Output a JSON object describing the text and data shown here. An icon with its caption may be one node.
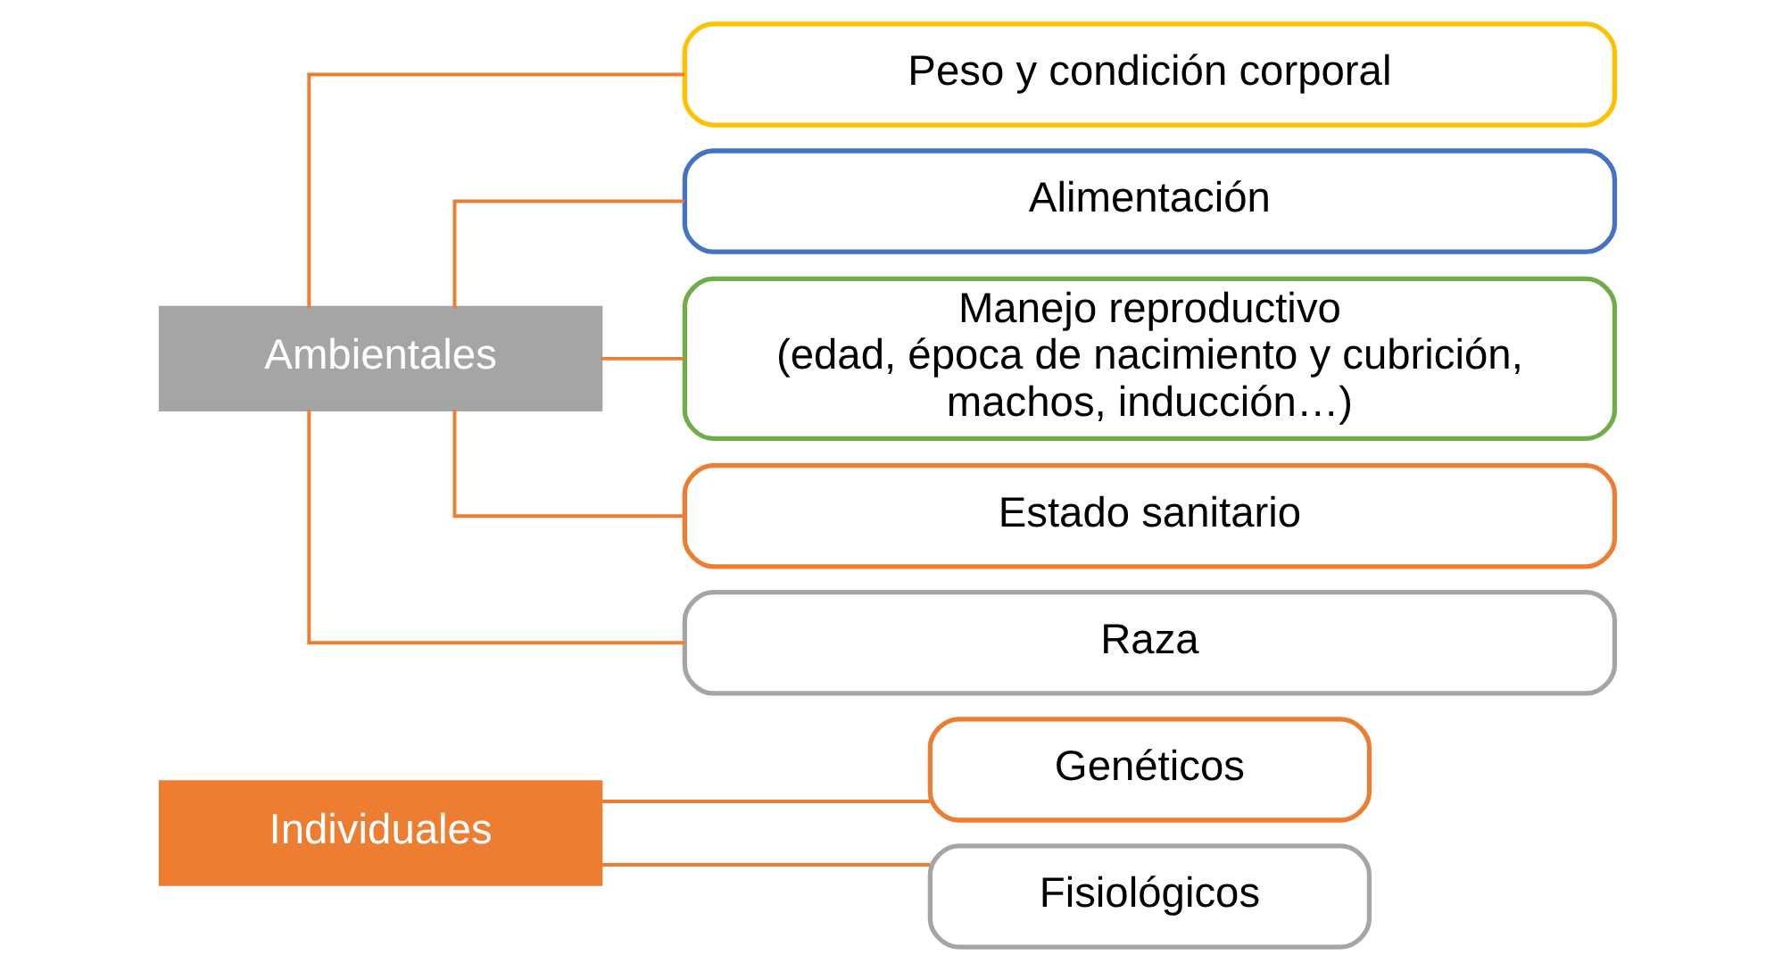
{
  "diagram": {
    "nodes": [
      {
        "text": [
          "Individuales"
        ]
      },
      {
        "text": [
          "Genéticos"
        ]
      },
      {
        "text": [
          "Fisiológicos"
        ]
      },
      {
        "text": [
          "Ambientales"
        ]
      },
      {
        "text": [
          "Peso y condición corporal"
        ]
      },
      {
        "text": [
          "Alimentación"
        ]
      },
      {
        "text": [
          "Manejo reproductivo (edad, época de nacimiento y cubrición, machos, inducción…)"
        ]
      },
      {
        "text": [
          "Estado sanitario"
        ]
      },
      {
        "text": [
          "Raza"
        ]
      }
    ],
    "edges": [
      {
        "from": 0,
        "to": 1,
        "arrow": "none"
      },
      {
        "from": 0,
        "to": 2,
        "arrow": "none"
      },
      {
        "from": 3,
        "to": 4,
        "arrow": "none"
      },
      {
        "from": 3,
        "to": 5,
        "arrow": "none"
      },
      {
        "from": 3,
        "to": 6,
        "arrow": "none"
      },
      {
        "from": 3,
        "to": 7,
        "arrow": "none"
      },
      {
        "from": 3,
        "to": 8,
        "arrow": "none"
      }
    ]
  }
}
